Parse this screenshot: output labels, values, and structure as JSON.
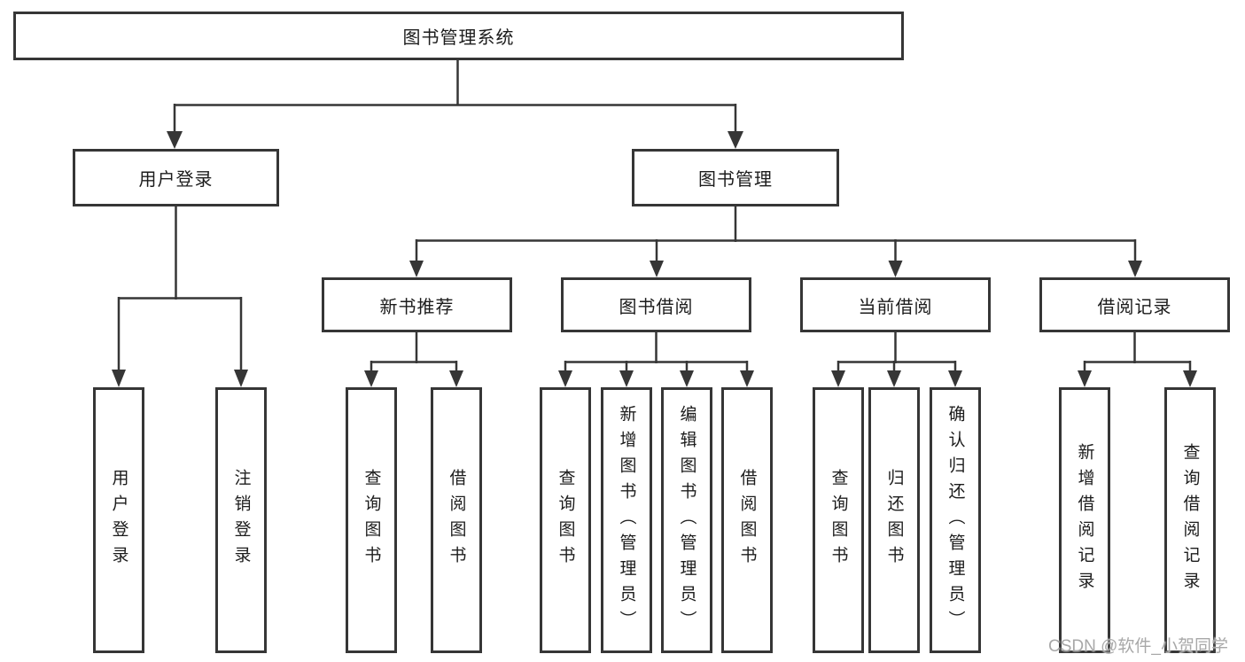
{
  "tree": {
    "root": {
      "label": "图书管理系统"
    },
    "level2": [
      {
        "label": "用户登录"
      },
      {
        "label": "图书管理"
      }
    ],
    "level3": [
      {
        "label": "新书推荐"
      },
      {
        "label": "图书借阅"
      },
      {
        "label": "当前借阅"
      },
      {
        "label": "借阅记录"
      }
    ],
    "leaves": [
      {
        "label": "用户登录"
      },
      {
        "label": "注销登录"
      },
      {
        "label": "查询图书"
      },
      {
        "label": "借阅图书"
      },
      {
        "label": "查询图书"
      },
      {
        "label": "新增图书（管理员）"
      },
      {
        "label": "编辑图书（管理员）"
      },
      {
        "label": "借阅图书"
      },
      {
        "label": "查询图书"
      },
      {
        "label": "归还图书"
      },
      {
        "label": "确认归还（管理员）"
      },
      {
        "label": "新增借阅记录"
      },
      {
        "label": "查询借阅记录"
      }
    ]
  },
  "watermark": {
    "text": "CSDN @软件_小贺同学"
  },
  "colors": {
    "line": "#363636",
    "text": "#1c1c1c",
    "watermark": "#a8a8a8",
    "background": "#ffffff"
  }
}
